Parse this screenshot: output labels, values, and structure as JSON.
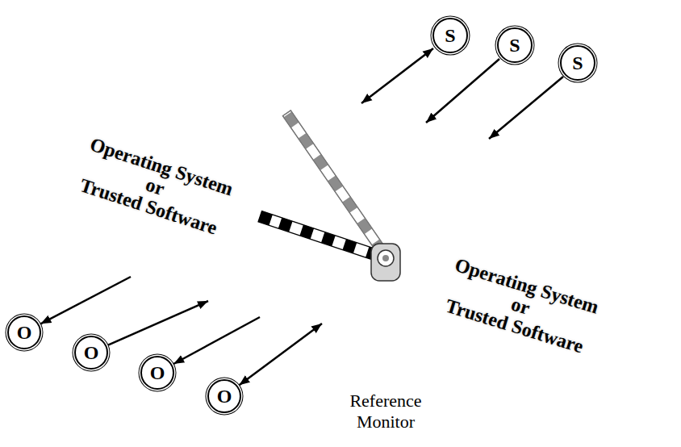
{
  "diagram": {
    "nodes": [
      {
        "text": [
          "S"
        ]
      },
      {
        "text": [
          "S"
        ]
      },
      {
        "text": [
          "S"
        ]
      },
      {
        "text": [
          "Operating System",
          "or",
          "Trusted Software"
        ]
      },
      {
        "text": [
          "Operating System",
          "or",
          "Trusted Software"
        ]
      },
      {
        "text": [
          "Reference Monitor"
        ]
      },
      {
        "text": [
          "O"
        ]
      },
      {
        "text": [
          "O"
        ]
      },
      {
        "text": [
          "O"
        ]
      },
      {
        "text": [
          "O"
        ]
      }
    ],
    "edges": [
      {
        "from": 3,
        "to": 6,
        "arrow": "to"
      },
      {
        "from": 7,
        "to": 3,
        "arrow": "to"
      },
      {
        "from": 3,
        "to": 8,
        "arrow": "to"
      },
      {
        "from": 9,
        "to": 3,
        "arrow": "both"
      }
    ]
  }
}
